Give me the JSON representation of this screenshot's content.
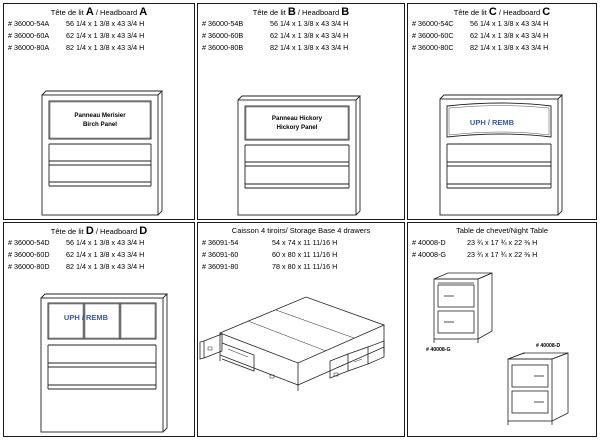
{
  "panels": [
    {
      "title_prefix": "Tête de lit ",
      "letter": "A",
      "title_suffix": " / Headboard ",
      "letter2": "A",
      "rows": [
        {
          "code": "# 36000-54A",
          "dim": "56 1/4 x 1 3/8 x 43 3/4 H"
        },
        {
          "code": "# 36000-60A",
          "dim": "62 1/4 x 1 3/8 x 43 3/4 H"
        },
        {
          "code": "# 36000-80A",
          "dim": "82 1/4 x 1 3/8 x 43 3/4 H"
        }
      ],
      "panel_label_1": "Panneau Merisier",
      "panel_label_2": "Birch Panel"
    },
    {
      "title_prefix": "Tête de lit ",
      "letter": "B",
      "title_suffix": " / Headboard ",
      "letter2": "B",
      "rows": [
        {
          "code": "# 36000-54B",
          "dim": "56 1/4 x 1 3/8 x 43 3/4 H"
        },
        {
          "code": "# 36000-60B",
          "dim": "62 1/4 x 1 3/8 x 43 3/4 H"
        },
        {
          "code": "# 36000-80B",
          "dim": "82 1/4 x 1 3/8 x 43 3/4 H"
        }
      ],
      "panel_label_1": "Panneau Hickory",
      "panel_label_2": "Hickory Panel"
    },
    {
      "title_prefix": "Tête de lit ",
      "letter": "C",
      "title_suffix": " / Headboard ",
      "letter2": "C",
      "rows": [
        {
          "code": "# 36000-54C",
          "dim": "56 1/4 x 1 3/8 x 43 3/4 H"
        },
        {
          "code": "# 36000-60C",
          "dim": "62 1/4 x 1 3/8 x 43 3/4 H"
        },
        {
          "code": "# 36000-80C",
          "dim": "82 1/4 x 1 3/8 x 43 3/4 H"
        }
      ],
      "panel_label_1": "UPH / REMB"
    },
    {
      "title_prefix": "Tête de lit ",
      "letter": "D",
      "title_suffix": " / Headboard ",
      "letter2": "D",
      "rows": [
        {
          "code": "# 36000-54D",
          "dim": "56 1/4 x 1 3/8 x 43 3/4 H"
        },
        {
          "code": "# 36000-60D",
          "dim": "62 1/4 x 1 3/8 x 43 3/4 H"
        },
        {
          "code": "# 36000-80D",
          "dim": "82 1/4 x 1 3/8 x 43 3/4 H"
        }
      ],
      "panel_label_1": "UPH / REMB"
    },
    {
      "title": "Caisson 4 tiroirs/ Storage Base 4 drawers",
      "rows": [
        {
          "code": "# 36091-54",
          "dim": "54 x 74 x 11 11/16 H"
        },
        {
          "code": "# 36091-60",
          "dim": "60 x 80 x 11 11/16 H"
        },
        {
          "code": "# 36091-80",
          "dim": "78 x 80 x 11 11/16 H"
        }
      ]
    },
    {
      "title": "Table de chevet/Night Table",
      "rows": [
        {
          "code": "# 40008-D",
          "dim": "23 ¾ x 17 ¾ x 22 ⅜ H"
        },
        {
          "code": "# 40008-G",
          "dim": "23 ¾ x 17 ¾ x 22 ⅜ H"
        }
      ],
      "label_g": "# 40008-G",
      "label_d": "# 40008-D"
    }
  ],
  "colors": {
    "uph_label": "#3a5aa0"
  }
}
